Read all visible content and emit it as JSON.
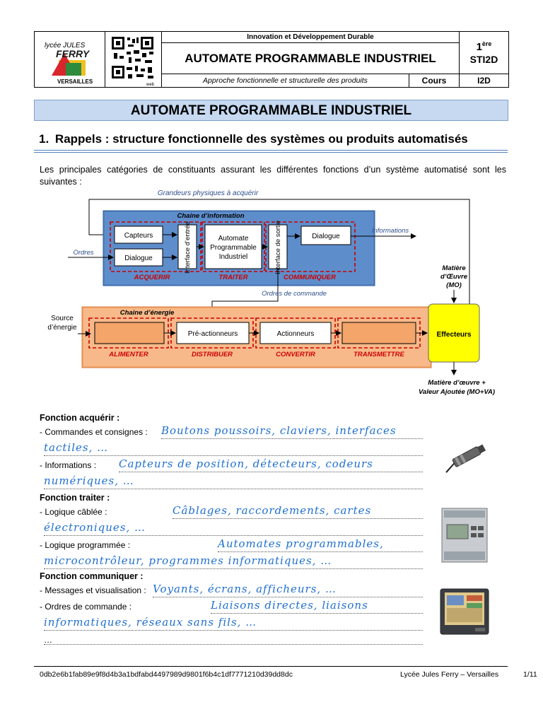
{
  "header": {
    "school_name": "FERRY",
    "school_prefix": "lycée JULES",
    "school_city": "VERSAILLES",
    "qr_label": "web",
    "top_line": "Innovation et Développement Durable",
    "title": "AUTOMATE PROGRAMMABLE INDUSTRIEL",
    "subtitle": "Approche fonctionnelle et structurelle des produits",
    "doc_type": "Cours",
    "level_sup": "ère",
    "level_num": "1",
    "level_class": "STI2D",
    "option": "I2D"
  },
  "page_title": "AUTOMATE PROGRAMMABLE INDUSTRIEL",
  "section": {
    "number": "1.",
    "title": "Rappels : structure fonctionnelle des systèmes ou produits automatisés",
    "intro": "Les principales catégories de constituants assurant les différentes fonctions d’un système automatisé sont les suivantes :"
  },
  "diagram": {
    "grandeurs": "Grandeurs physiques à acquérir",
    "chaine_info": "Chaine d’information",
    "capteurs": "Capteurs",
    "dialogue_in": "Dialogue",
    "interface_entree": "Interface d’entrée",
    "automate": [
      "Automate",
      "Programmable",
      "Industriel"
    ],
    "interface_sortie": "Interface de sortie",
    "dialogue_out": "Dialogue",
    "informations": "Informations",
    "ordres": "Ordres",
    "acquerir": "ACQUERIR",
    "traiter": "TRAITER",
    "communiquer": "COMMUNIQUER",
    "ordres_commande": "Ordres de commande",
    "matiere_oeuvre": [
      "Matière",
      "d’Œuvre",
      "(MO)"
    ],
    "source": [
      "Source",
      "d’énergie"
    ],
    "chaine_energie": "Chaine d’énergie",
    "pre_actionneurs": "Pré-actionneurs",
    "actionneurs": "Actionneurs",
    "effecteurs": "Effecteurs",
    "alimenter": "ALIMENTER",
    "distribuer": "DISTRIBUER",
    "convertir": "CONVERTIR",
    "transmettre": "TRANSMETTRE",
    "mo_va": [
      "Matière d’œuvre +",
      "Valeur Ajoutée (MO+VA)"
    ]
  },
  "fonctions": {
    "acquerir_title": "Fonction acquérir :",
    "acq_1_label": "- Commandes et consignes :",
    "acq_1_answer_a": "Boutons poussoirs, claviers, interfaces",
    "acq_1_answer_b": "tactiles, …",
    "acq_2_label": "- Informations :",
    "acq_2_answer_a": "Capteurs de position, détecteurs, codeurs",
    "acq_2_answer_b": "numériques, …",
    "traiter_title": "Fonction traiter :",
    "tr_1_label": "- Logique câblée :",
    "tr_1_answer_a": "Câblages, raccordements, cartes",
    "tr_1_answer_b": "électroniques, …",
    "tr_2_label": "- Logique programmée :",
    "tr_2_answer_a": "Automates programmables,",
    "tr_2_answer_b": "microcontrôleur, programmes informatiques, …",
    "comm_title": "Fonction communiquer :",
    "co_1_label": "- Messages et visualisation :",
    "co_1_answer": "Voyants, écrans, afficheurs, …",
    "co_2_label": "- Ordres de commande :",
    "co_2_answer_a": "Liaisons directes, liaisons",
    "co_2_answer_b": "informatiques, réseaux sans fils, …",
    "co_3_dots": "…"
  },
  "footer": {
    "hash": "0db2e6b1fab89e9f8d4b3a1bdfabd4497989d9801f6b4c1df7771210d39dd8dc",
    "school": "Lycée Jules Ferry – Versailles",
    "page": "1/11"
  }
}
